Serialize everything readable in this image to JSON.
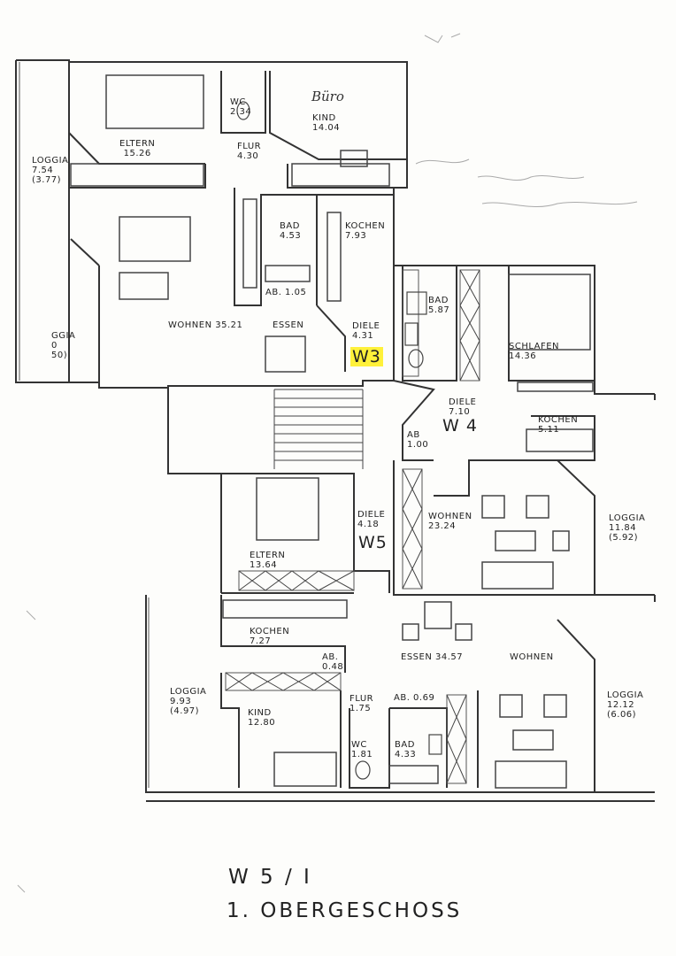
{
  "units": {
    "w3": "W3",
    "w4": "W 4",
    "w5": "W5"
  },
  "handwritten": {
    "buro": "Büro"
  },
  "rooms": {
    "eltern_top": {
      "name": "ELTERN",
      "area": "15.26"
    },
    "wc_top": {
      "name": "WC",
      "area": "2.34"
    },
    "kind_top": {
      "name": "KIND",
      "area": "14.04"
    },
    "flur_top": {
      "name": "FLUR",
      "area": "4.30"
    },
    "loggia_top": {
      "name": "LOGGIA",
      "area": "7.54",
      "sub": "(3.77)"
    },
    "bad_w3": {
      "name": "BAD",
      "area": "4.53"
    },
    "kochen_w3": {
      "name": "KOCHEN",
      "area": "7.93"
    },
    "ab_w3": {
      "name": "AB. 1.05"
    },
    "wohnen_w3": {
      "name": "WOHNEN 35.21"
    },
    "essen_w3": {
      "name": "ESSEN"
    },
    "diele_w3": {
      "name": "DIELE",
      "area": "4.31"
    },
    "loggia_left": {
      "name": "GGIA",
      "area": "0",
      "sub": "50)"
    },
    "bad_w4": {
      "name": "BAD",
      "area": "5.87"
    },
    "schlafen_w4": {
      "name": "SCHLAFEN",
      "area": "14.36"
    },
    "diele_w4": {
      "name": "DIELE",
      "area": "7.10"
    },
    "ab_w4": {
      "name": "AB",
      "area": "1.00"
    },
    "kochen_w4": {
      "name": "KOCHEN",
      "area": "5.11"
    },
    "wohnen_w4": {
      "name": "WOHNEN",
      "area": "23.24"
    },
    "loggia_w4": {
      "name": "LOGGIA",
      "area": "11.84",
      "sub": "(5.92)"
    },
    "diele_w5": {
      "name": "DIELE",
      "area": "4.18"
    },
    "eltern_w5": {
      "name": "ELTERN",
      "area": "13.64"
    },
    "kochen_w5": {
      "name": "KOCHEN",
      "area": "7.27"
    },
    "ab_w5": {
      "name": "AB.",
      "area": "0.48"
    },
    "essen_w5": {
      "name": "ESSEN 34.57"
    },
    "wohnen_w5": {
      "name": "WOHNEN"
    },
    "loggia_w5_left": {
      "name": "LOGGIA",
      "area": "9.93",
      "sub": "(4.97)"
    },
    "kind_w5": {
      "name": "KIND",
      "area": "12.80"
    },
    "flur_w5": {
      "name": "FLUR",
      "area": "1.75"
    },
    "ab_w5_2": {
      "name": "AB. 0.69"
    },
    "wc_w5": {
      "name": "WC",
      "area": "1.81"
    },
    "bad_w5": {
      "name": "BAD",
      "area": "4.33"
    },
    "loggia_w5_right": {
      "name": "LOGGIA",
      "area": "12.12",
      "sub": "(6.06)"
    }
  },
  "title": {
    "line1": "W 5 / I",
    "line2": "1. OBERGESCHOSS"
  }
}
